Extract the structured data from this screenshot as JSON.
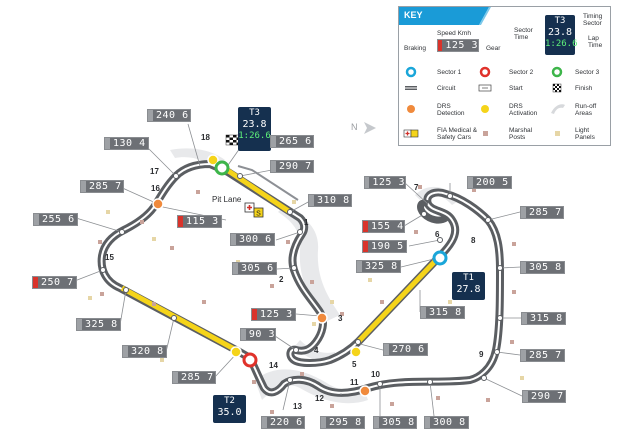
{
  "key": {
    "title": "KEY",
    "speed_label": "Speed Kmh",
    "braking_label": "Braking",
    "gear_label": "Gear",
    "sample_speed": "125 3",
    "sector_time_label": "Sector Time",
    "timing_sector_label": "Timing Sector",
    "lap_time_label": "Lap Time",
    "sample_sector": "T3",
    "sample_time": "23.8",
    "sample_lap": "1:26.6",
    "legend": {
      "sector1": "Sector 1",
      "sector2": "Sector 2",
      "sector3": "Sector 3",
      "circuit": "Circuit",
      "start": "Start",
      "finish": "Finish",
      "drs_detection": "DRS Detection",
      "drs_activation": "DRS Activation",
      "runoff": "Run-off Areas",
      "medical": "FIA Medical & Safety Cars",
      "marshal": "Marshal Posts",
      "light": "Light Panels"
    },
    "colors": {
      "header": "#1a9bd7",
      "sector1": "#1aa6d9",
      "sector2": "#e0322b",
      "sector3": "#3db54a",
      "drs_detection": "#f08a3c",
      "drs_activation": "#f5d41a",
      "marshal": "#c9a39a",
      "light": "#e6d6a6"
    }
  },
  "compass": "N",
  "pit_lane": "Pit Lane",
  "sectors": [
    {
      "label": "T3",
      "time": "23.8",
      "lap": "1:26.6"
    },
    {
      "label": "T1",
      "time": "27.8"
    },
    {
      "label": "T2",
      "time": "35.0"
    }
  ],
  "turns": [
    "1",
    "2",
    "3",
    "4",
    "5",
    "6",
    "7",
    "8",
    "9",
    "10",
    "11",
    "12",
    "13",
    "14",
    "15",
    "16",
    "17",
    "18"
  ],
  "speeds": [
    {
      "value": "240 6",
      "braking": false
    },
    {
      "value": "265 6",
      "braking": false
    },
    {
      "value": "130 4",
      "braking": false
    },
    {
      "value": "290 7",
      "braking": false
    },
    {
      "value": "285 7",
      "braking": false
    },
    {
      "value": "310 8",
      "braking": false
    },
    {
      "value": "255 6",
      "braking": false
    },
    {
      "value": "115 3",
      "braking": true
    },
    {
      "value": "300 6",
      "braking": false
    },
    {
      "value": "250 7",
      "braking": true
    },
    {
      "value": "305 6",
      "braking": false
    },
    {
      "value": "325 8",
      "braking": false
    },
    {
      "value": "320 8",
      "braking": false
    },
    {
      "value": "125 3",
      "braking": true
    },
    {
      "value": "90 3",
      "braking": false
    },
    {
      "value": "285 7",
      "braking": false
    },
    {
      "value": "125 3",
      "braking": false
    },
    {
      "value": "200 5",
      "braking": false
    },
    {
      "value": "155 4",
      "braking": true
    },
    {
      "value": "285 7",
      "braking": false
    },
    {
      "value": "190 5",
      "braking": true
    },
    {
      "value": "325 8",
      "braking": false
    },
    {
      "value": "305 8",
      "braking": false
    },
    {
      "value": "315 8",
      "braking": false
    },
    {
      "value": "315 8",
      "braking": false
    },
    {
      "value": "270 6",
      "braking": false
    },
    {
      "value": "285 7",
      "braking": false
    },
    {
      "value": "290 7",
      "braking": false
    },
    {
      "value": "220 6",
      "braking": false
    },
    {
      "value": "295 8",
      "braking": false
    },
    {
      "value": "305 8",
      "braking": false
    },
    {
      "value": "300 8",
      "braking": false
    }
  ]
}
